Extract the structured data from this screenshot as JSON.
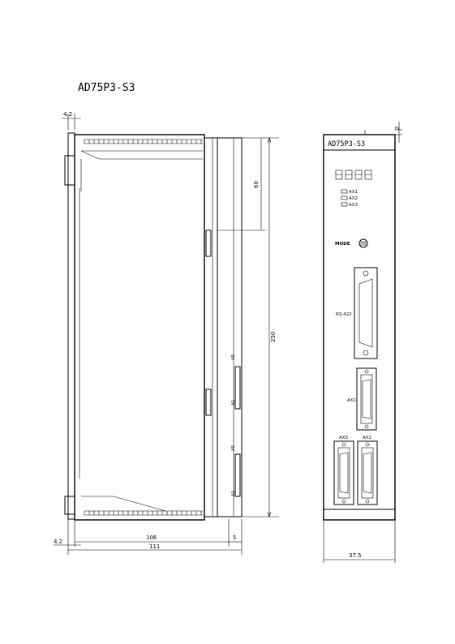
{
  "title": "AD75P3-S3",
  "front_label": "AD75P3-S3",
  "leds": [
    "AX1",
    "AX2",
    "AX3"
  ],
  "mode_label": "MODE",
  "rs_label": "RS-422",
  "connectors": {
    "ax1": "AX1",
    "ax3": "AX3",
    "ax2": "AX2"
  },
  "side_marks": [
    "A5",
    "A1",
    "A5",
    "A1"
  ],
  "dimensions": {
    "top_offset": "4.2",
    "bottom_offset": "4.2",
    "depth_body": "106",
    "depth_total": "111",
    "rear_gap": "5",
    "height": "250",
    "upper_section": "60",
    "width": "37.5",
    "front_offset": "2"
  }
}
